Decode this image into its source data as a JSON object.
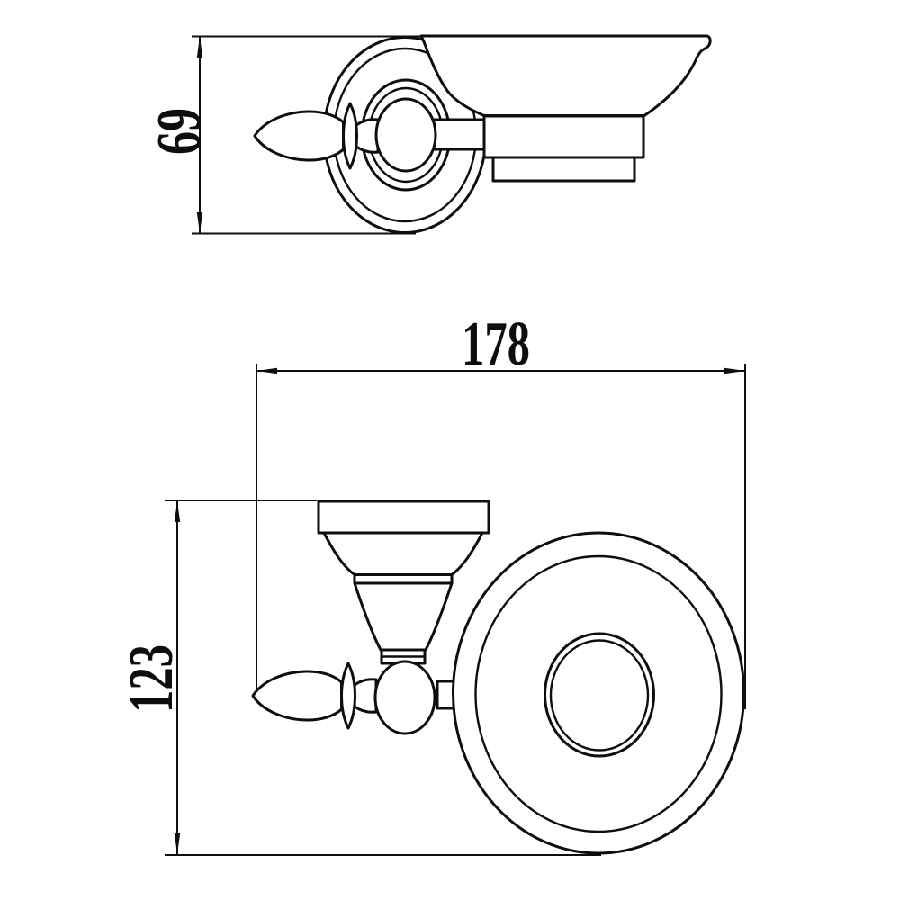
{
  "drawing": {
    "background_color": "#ffffff",
    "line_color": "#0e0e0e",
    "views": {
      "side_view": {
        "dimension_height": {
          "value": "69"
        }
      },
      "plan_view": {
        "dimension_width": {
          "value": "178"
        },
        "dimension_depth": {
          "value": "123"
        }
      }
    }
  }
}
